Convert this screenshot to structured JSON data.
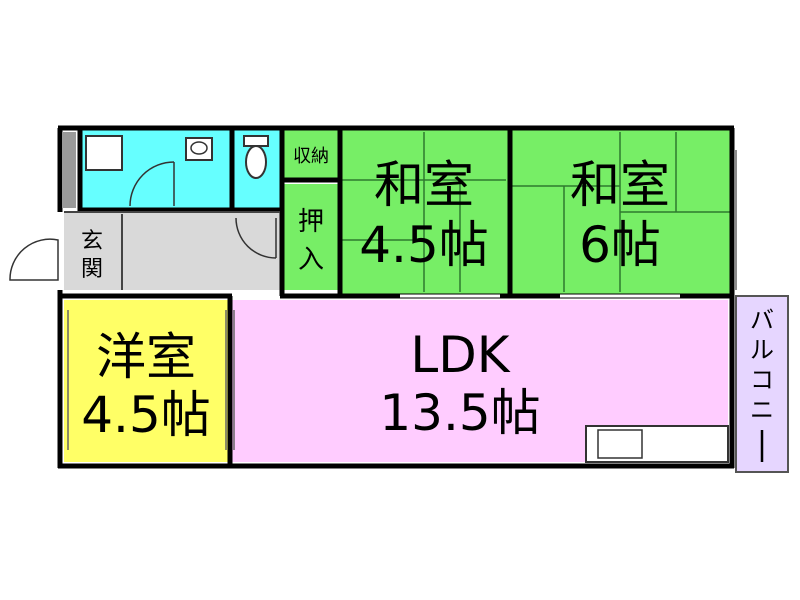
{
  "rooms": {
    "washroom": {
      "color": "#66ffff"
    },
    "toilet": {
      "color": "#66ffff"
    },
    "entrance": {
      "label_line1": "玄",
      "label_line2": "関",
      "color": "#d9d9d9"
    },
    "storage": {
      "label": "収納"
    },
    "closet": {
      "label_line1": "押",
      "label_line2": "入",
      "color": "#77ee66"
    },
    "japanese_room_1": {
      "name": "和室",
      "size": "4.5帖",
      "color": "#77ee66"
    },
    "japanese_room_2": {
      "name": "和室",
      "size": "6帖",
      "color": "#77ee66"
    },
    "western_room": {
      "name": "洋室",
      "size": "4.5帖",
      "color": "#ffff66"
    },
    "ldk": {
      "name": "LDK",
      "size": "13.5帖",
      "color": "#ffccff"
    },
    "balcony": {
      "label_chars": [
        "バ",
        "ル",
        "コ",
        "ニ",
        "ー"
      ],
      "color": "#e6d6ff"
    }
  }
}
